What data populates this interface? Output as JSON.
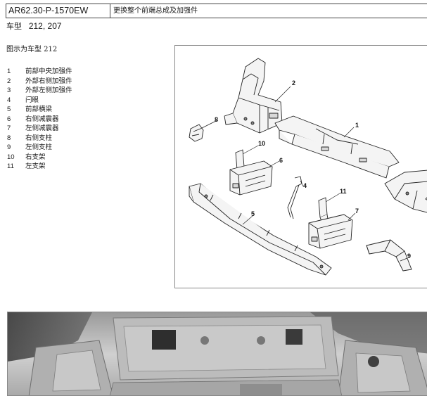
{
  "header": {
    "code": "AR62.30-P-1570EW",
    "title": "更换整个前端总成及加强件"
  },
  "model": {
    "label": "车型",
    "value": "212, 207"
  },
  "caption": "图示为车型 212",
  "parts": [
    {
      "num": "1",
      "name": "前部中央加强件"
    },
    {
      "num": "2",
      "name": "外部右侧加强件"
    },
    {
      "num": "3",
      "name": "外部左侧加强件"
    },
    {
      "num": "4",
      "name": "闩眼"
    },
    {
      "num": "5",
      "name": "前部横梁"
    },
    {
      "num": "6",
      "name": "右侧减震器"
    },
    {
      "num": "7",
      "name": "左侧减震器"
    },
    {
      "num": "8",
      "name": "右侧支柱"
    },
    {
      "num": "9",
      "name": "左侧支柱"
    },
    {
      "num": "10",
      "name": "右支架"
    },
    {
      "num": "11",
      "name": "左支架"
    }
  ],
  "callouts": {
    "c1": "1",
    "c2": "2",
    "c4": "4",
    "c5": "5",
    "c6": "6",
    "c7": "7",
    "c8": "8",
    "c9": "9",
    "c10": "10",
    "c11": "11"
  }
}
